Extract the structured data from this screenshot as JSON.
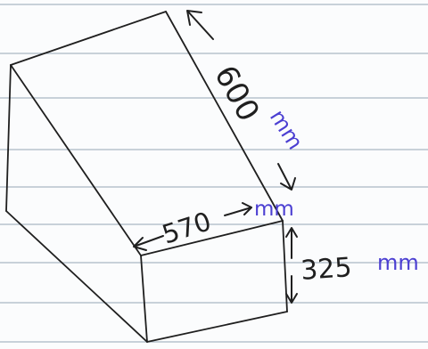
{
  "colors": {
    "paper": "#fbfcfd",
    "rule_line": "#a9b7c4",
    "ink": "#1f1f1f",
    "unit_ink": "#4b3fd2"
  },
  "dimensions": {
    "length": {
      "value": "600",
      "unit": "mm"
    },
    "width": {
      "value": "570",
      "unit": "mm"
    },
    "height": {
      "value": "325",
      "unit": "mm"
    }
  },
  "icons": {
    "arrow_up_left": "arrow-up-left-icon",
    "arrow_down_right": "arrow-down-right-icon",
    "arrow_left": "arrow-left-icon",
    "arrow_right": "arrow-right-icon",
    "arrow_up": "arrow-up-icon",
    "arrow_down": "arrow-down-icon"
  }
}
